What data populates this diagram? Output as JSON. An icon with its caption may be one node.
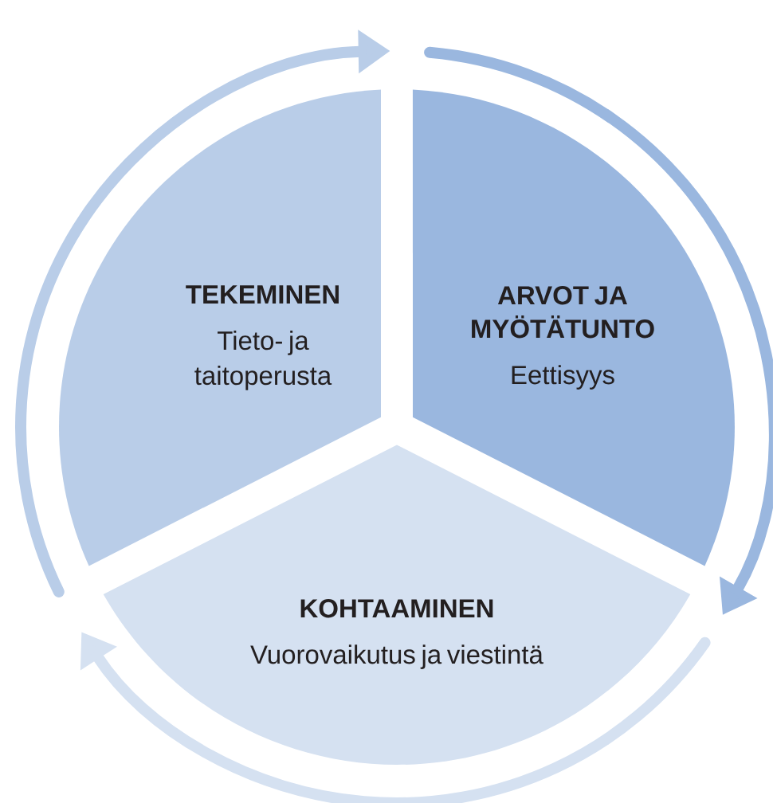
{
  "diagram": {
    "nodes": [
      {
        "text": [
          "TEKEMINEN",
          "Tieto- ja taitoperusta"
        ]
      },
      {
        "text": [
          "ARVOT JA MYÖTÄTUNTO",
          "Eettisyys"
        ]
      },
      {
        "text": [
          "KOHTAAMINEN",
          "Vuorovaikutus ja viestintä"
        ]
      }
    ]
  }
}
